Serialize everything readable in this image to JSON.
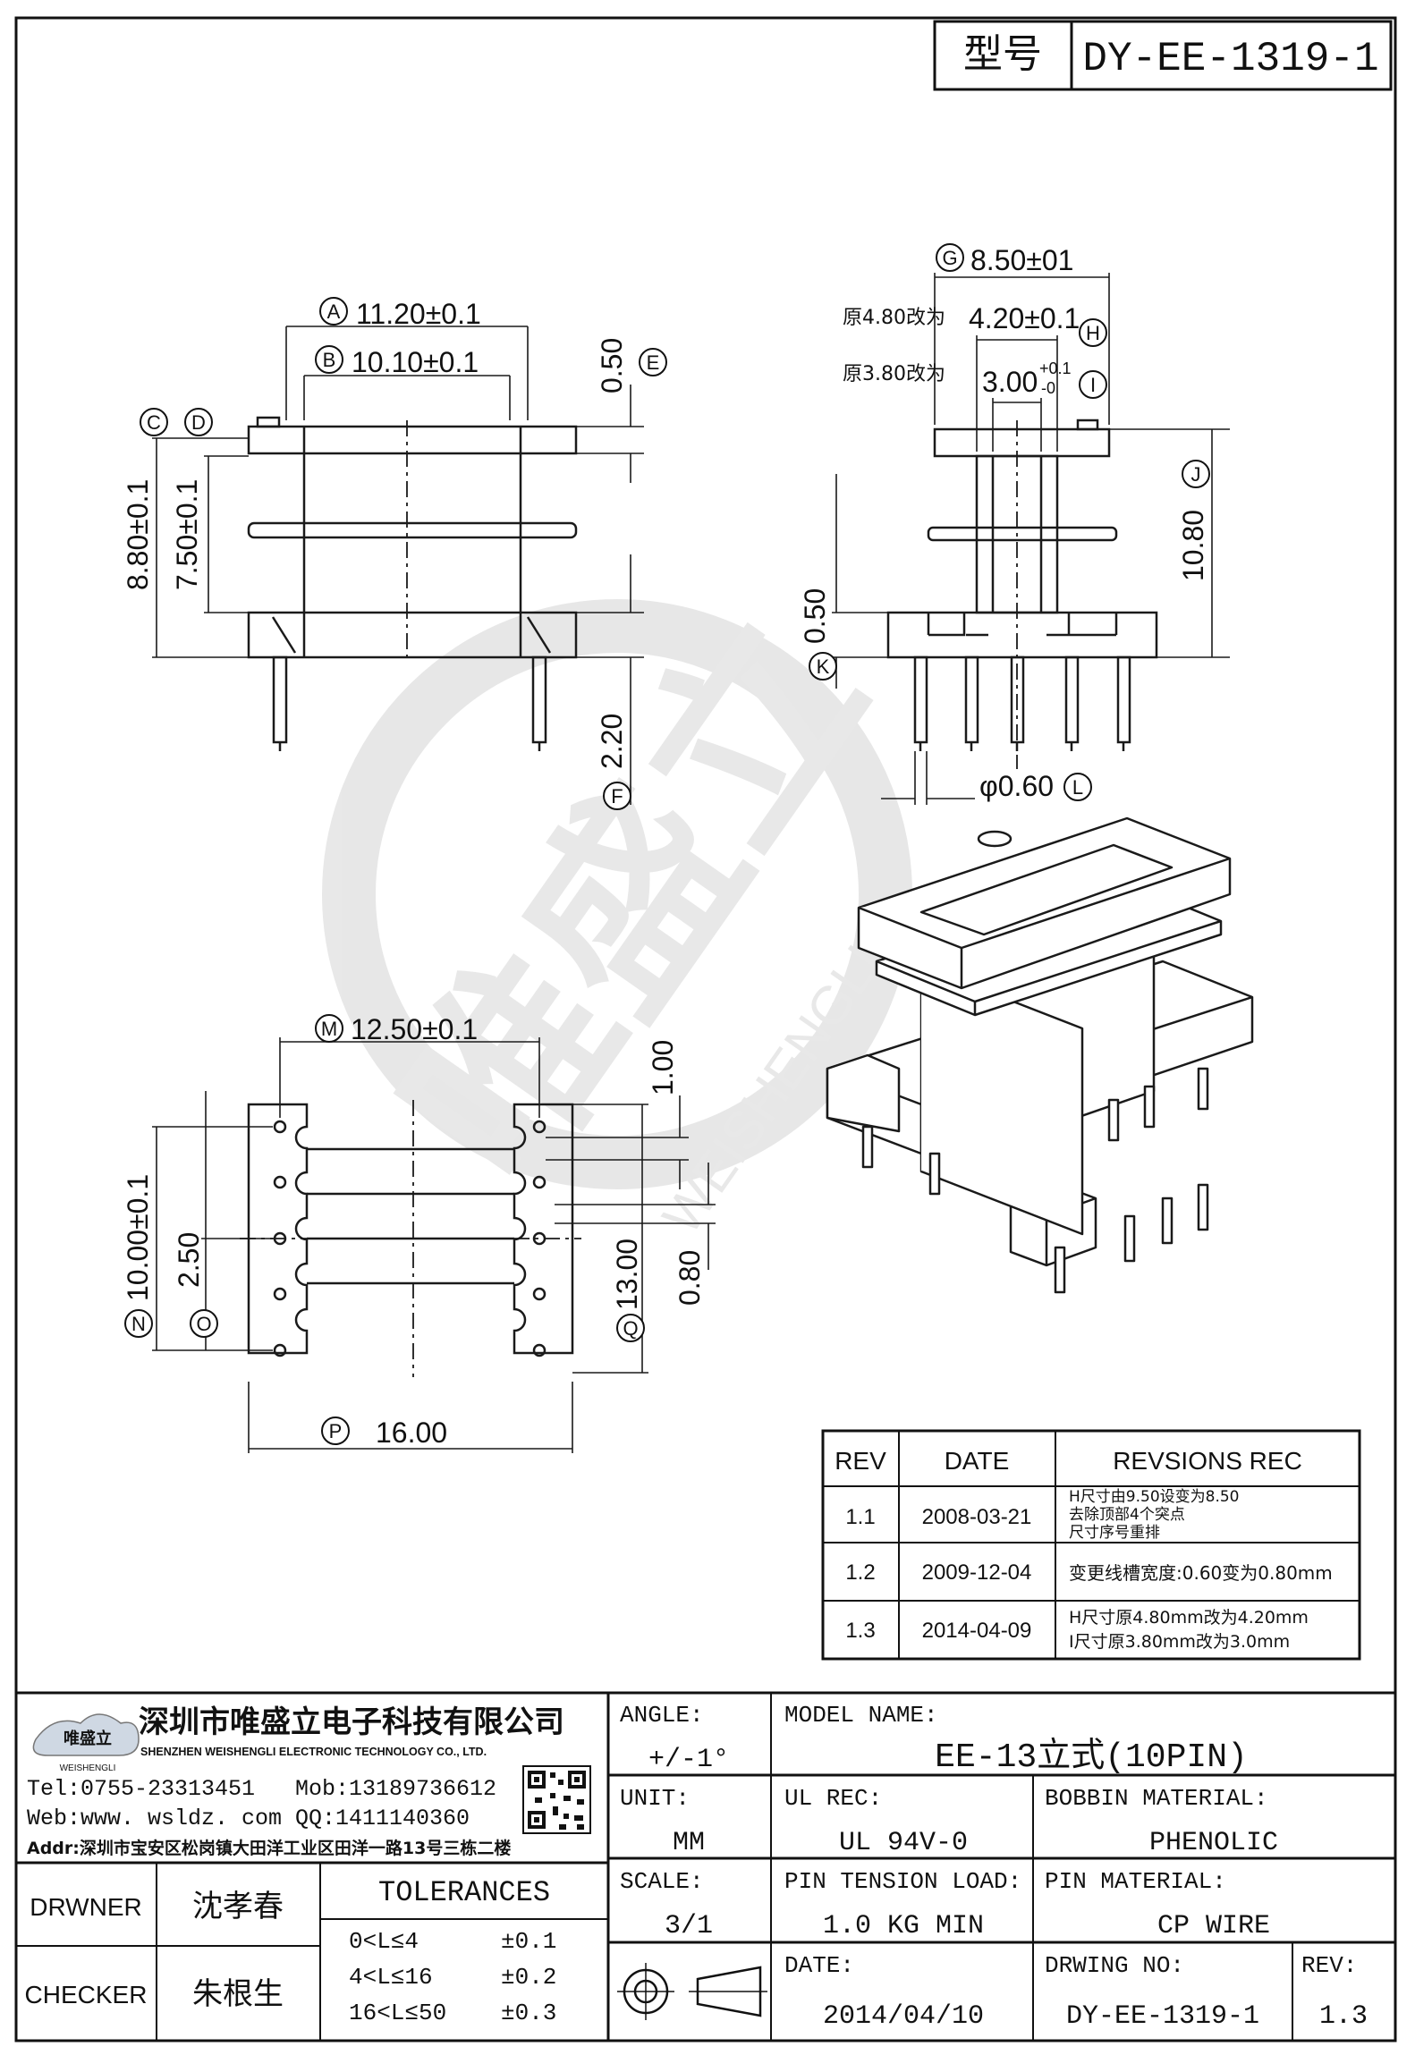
{
  "header": {
    "model_label": "型号",
    "model_value": "DY-EE-1319-1"
  },
  "dims": {
    "A": "A",
    "A_val": "11.20±0.1",
    "B": "B",
    "B_val": "10.10±0.1",
    "C": "C",
    "D": "D",
    "E": "E",
    "E_val": "0.50",
    "F": "F",
    "F_val": "2.20",
    "h880": "8.80±0.1",
    "h750": "7.50±0.1",
    "G": "G",
    "G_val": "8.50±01",
    "H": "H",
    "H_val": "4.20±0.1",
    "H_note": "原4.80改为",
    "I": "I",
    "I_val": "3.00",
    "I_tol_plus": "+0.1",
    "I_tol_minus": "-0",
    "I_note": "原3.80改为",
    "J": "J",
    "J_val": "10.80",
    "K": "K",
    "K_val": "0.50",
    "L": "L",
    "L_val": "φ0.60",
    "M": "M",
    "M_val": "12.50±0.1",
    "N": "N",
    "N_val": "10.00±0.1",
    "O": "O",
    "O_val": "2.50",
    "P": "P",
    "P_val": "16.00",
    "Q": "Q",
    "Q_val": "13.00",
    "v100": "1.00",
    "v080": "0.80"
  },
  "watermark": {
    "text": "唯盛立",
    "sub": "WEISHENGLI"
  },
  "revisions": {
    "headers": [
      "REV",
      "DATE",
      "REVSIONS REC"
    ],
    "rows": [
      {
        "rev": "1.1",
        "date": "2008-03-21",
        "rec": [
          "H尺寸由9.50设变为8.50",
          "去除顶部4个突点",
          "尺寸序号重排"
        ]
      },
      {
        "rev": "1.2",
        "date": "2009-12-04",
        "rec": [
          "变更线槽宽度:0.60变为0.80mm"
        ]
      },
      {
        "rev": "1.3",
        "date": "2014-04-09",
        "rec": [
          "H尺寸原4.80mm改为4.20mm",
          "I尺寸原3.80mm改为3.0mm"
        ]
      }
    ]
  },
  "company": {
    "logo_text": "唯盛立",
    "logo_sub": "WEISHENGLI",
    "name_cn": "深圳市唯盛立电子科技有限公司",
    "name_en": "SHENZHEN WEISHENGLI ELECTRONIC TECHNOLOGY CO., LTD.",
    "tel": "Tel:0755-23313451",
    "mob": "Mob:13189736612",
    "web": "Web:www. wsldz. com",
    "qq": "QQ:1411140360",
    "addr": "Addr:深圳市宝安区松岗镇大田洋工业区田洋一路13号三栋二楼"
  },
  "title_block": {
    "angle_label": "ANGLE:",
    "angle_value": "+/-1°",
    "model_name_label": "MODEL NAME:",
    "model_name_value": "EE-13立式(10PIN)",
    "unit_label": "UNIT:",
    "unit_value": "MM",
    "ul_label": "UL REC:",
    "ul_value": "UL 94V-0",
    "bobbin_label": "BOBBIN MATERIAL:",
    "bobbin_value": "PHENOLIC",
    "scale_label": "SCALE:",
    "scale_value": "3/1",
    "pin_tension_label": "PIN TENSION LOAD:",
    "pin_tension_value": "1.0 KG MIN",
    "pin_material_label": "PIN MATERIAL:",
    "pin_material_value": "CP WIRE",
    "date_label": "DATE:",
    "date_value": "2014/04/10",
    "drawing_no_label": "DRWING NO:",
    "drawing_no_value": "DY-EE-1319-1",
    "rev_label": "REV:",
    "rev_value": "1.3",
    "drawer_label": "DRWNER",
    "drawer_value": "沈孝春",
    "checker_label": "CHECKER",
    "checker_value": "朱根生",
    "tolerances_title": "TOLERANCES",
    "tolerances": [
      {
        "range": "0<L≤4",
        "value": "±0.1"
      },
      {
        "range": "4<L≤16",
        "value": "±0.2"
      },
      {
        "range": "16<L≤50",
        "value": "±0.3"
      }
    ]
  }
}
